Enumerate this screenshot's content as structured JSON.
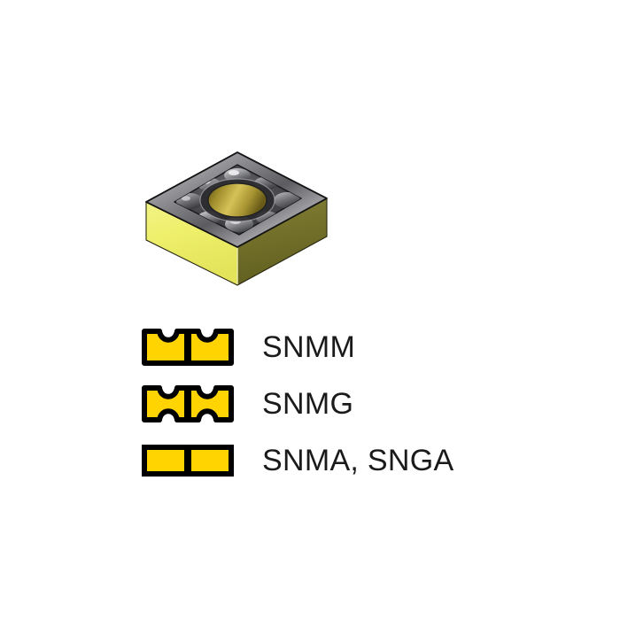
{
  "illustration": {
    "name": "square-turning-insert-3d",
    "description": "Square carbide turning insert, isometric view",
    "colors": {
      "side_left_yellow": "#eeef6a",
      "side_right_olive": "#6e6b28",
      "top_metal_dark": "#3a3a3c",
      "top_metal_light": "#d8d8da",
      "hole_gold": "#b8a233",
      "edge_outline": "#141414"
    }
  },
  "legend": {
    "name": "chipbreaker-geometry-legend",
    "rows": [
      {
        "symbol": "snmm-chipbreaker-symbol",
        "symbol_shape": "double-concave-top",
        "label": "SNMM"
      },
      {
        "symbol": "snmg-chipbreaker-symbol",
        "symbol_shape": "double-concave-top-and-bottom",
        "label": "SNMG"
      },
      {
        "symbol": "snma-snga-chipbreaker-symbol",
        "symbol_shape": "plain-rectangle",
        "label": "SNMA, SNGA"
      }
    ],
    "symbol_colors": {
      "fill": "#ffd400",
      "stroke": "#000000"
    }
  }
}
